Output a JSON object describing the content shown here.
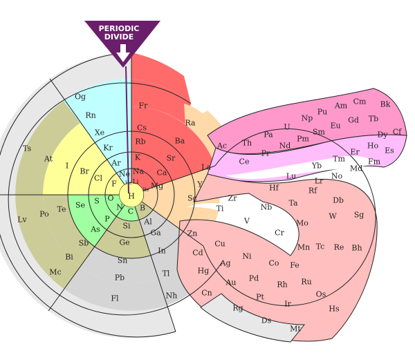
{
  "divide_label": [
    "PERIODIC",
    "DIVIDE"
  ],
  "colors": {
    "alkali": "#ff6b6b",
    "alkaline_earth": "#ffd9a8",
    "lanthanide": "#ffbdfc",
    "actinide": "#ff99cc",
    "transition": "#ffbfbf",
    "post_transition": "#d5d5d5",
    "metalloid": "#cccc99",
    "nonmetal": "#a0ffa0",
    "halogen": "#ffff99",
    "noble_gas": "#c0ffff",
    "hydrogen": "#ffff99",
    "unknown": "#e8e8e8",
    "divide": "#6a1f6a"
  },
  "elements": {
    "H": "H",
    "He": "He",
    "Li": "Li",
    "Be": "Be",
    "B": "B",
    "C": "C",
    "N": "N",
    "O": "O",
    "F": "F",
    "Ne": "Ne",
    "Na": "Na",
    "Mg": "Mg",
    "Al": "Al",
    "Si": "Si",
    "P": "P",
    "S": "S",
    "Cl": "Cl",
    "Ar": "Ar",
    "K": "K",
    "Ca": "Ca",
    "Sc": "Sc",
    "Ti": "Ti",
    "V": "V",
    "Cr": "Cr",
    "Mn": "Mn",
    "Fe": "Fe",
    "Co": "Co",
    "Ni": "Ni",
    "Cu": "Cu",
    "Zn": "Zn",
    "Ga": "Ga",
    "Ge": "Ge",
    "As": "As",
    "Se": "Se",
    "Br": "Br",
    "Kr": "Kr",
    "Rb": "Rb",
    "Sr": "Sr",
    "Y": "Y",
    "Zr": "Zr",
    "Nb": "Nb",
    "Mo": "Mo",
    "Tc": "Tc",
    "Ru": "Ru",
    "Rh": "Rh",
    "Pd": "Pd",
    "Ag": "Ag",
    "Cd": "Cd",
    "In": "In",
    "Sn": "Sn",
    "Sb": "Sb",
    "Te": "Te",
    "I": "I",
    "Xe": "Xe",
    "Cs": "Cs",
    "Ba": "Ba",
    "La": "La",
    "Ce": "Ce",
    "Pr": "Pr",
    "Nd": "Nd",
    "Pm": "Pm",
    "Sm": "Sm",
    "Eu": "Eu",
    "Gd": "Gd",
    "Tb": "Tb",
    "Dy": "Dy",
    "Ho": "Ho",
    "Er": "Er",
    "Tm": "Tm",
    "Yb": "Yb",
    "Lu": "Lu",
    "Hf": "Hf",
    "Ta": "Ta",
    "W": "W",
    "Re": "Re",
    "Os": "Os",
    "Ir": "Ir",
    "Pt": "Pt",
    "Au": "Au",
    "Hg": "Hg",
    "Tl": "Tl",
    "Pb": "Pb",
    "Bi": "Bi",
    "Po": "Po",
    "At": "At",
    "Rn": "Rn",
    "Fr": "Fr",
    "Ra": "Ra",
    "Ac": "Ac",
    "Th": "Th",
    "Pa": "Pa",
    "U": "U",
    "Np": "Np",
    "Pu": "Pu",
    "Am": "Am",
    "Cm": "Cm",
    "Bk": "Bk",
    "Cf": "Cf",
    "Es": "Es",
    "Fm": "Fm",
    "Md": "Md",
    "No": "No",
    "Lr": "Lr",
    "Rf": "Rf",
    "Db": "Db",
    "Sg": "Sg",
    "Bh": "Bh",
    "Hs": "Hs",
    "Mt": "Mt",
    "Ds": "Ds",
    "Rg": "Rg",
    "Cn": "Cn",
    "Nh": "Nh",
    "Fl": "Fl",
    "Mc": "Mc",
    "Lv": "Lv",
    "Ts": "Ts",
    "Og": "Og"
  }
}
